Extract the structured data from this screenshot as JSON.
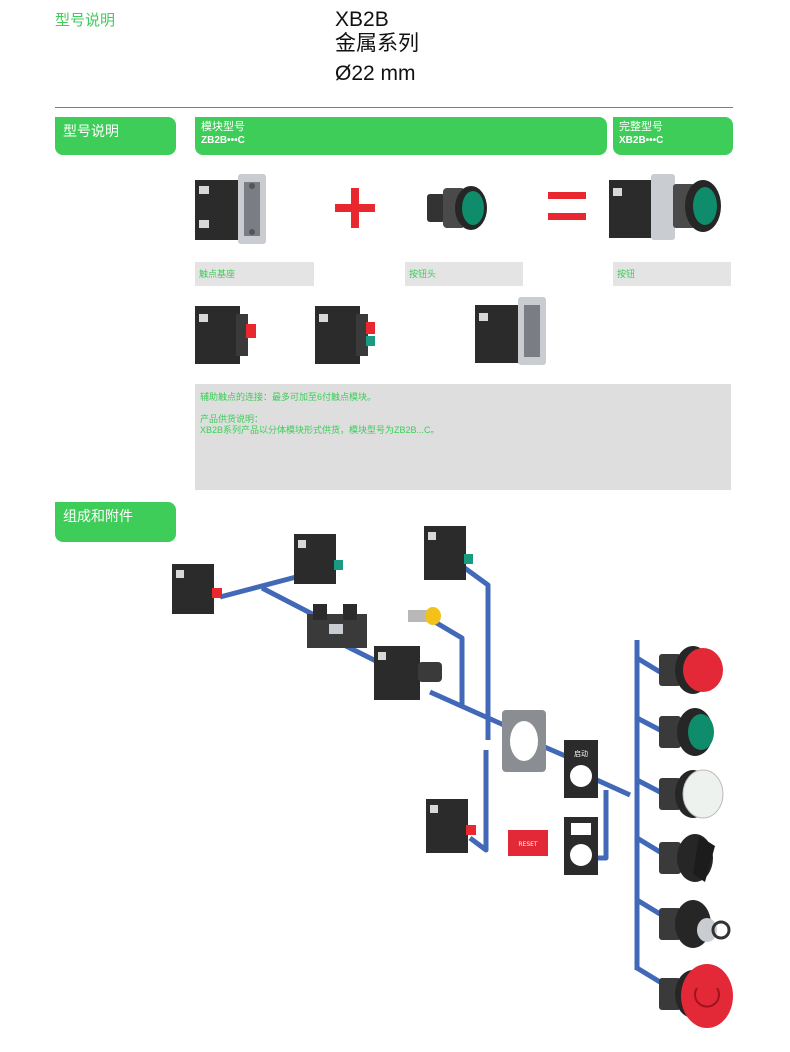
{
  "header": {
    "section_label": "型号说明",
    "title_line1": "XB2B",
    "title_line2": "金属系列",
    "title_line3": "Ø22 mm"
  },
  "model_section": {
    "tab_label": "型号说明",
    "module_tab": {
      "line1": "模块型号",
      "line2": "ZB2B•••C"
    },
    "complete_tab": {
      "line1": "完整型号",
      "line2": "XB2B•••C"
    },
    "captions": [
      "触点基座",
      "按钮头",
      "按钮"
    ],
    "note_line1": "辅助触点的连接：最多可加至6付触点模块。",
    "note_line2": "产品供货说明：",
    "note_line3": "XB2B系列产品以分体模块形式供货，模块型号为ZB2B...C。"
  },
  "components_section": {
    "tab_label": "组成和附件",
    "reset_label": "RESET",
    "legend_plate_text": "启动"
  },
  "colors": {
    "accent_green": "#3dcd58",
    "connector_blue": "#4169b8",
    "operator_red": "#e8272f"
  }
}
